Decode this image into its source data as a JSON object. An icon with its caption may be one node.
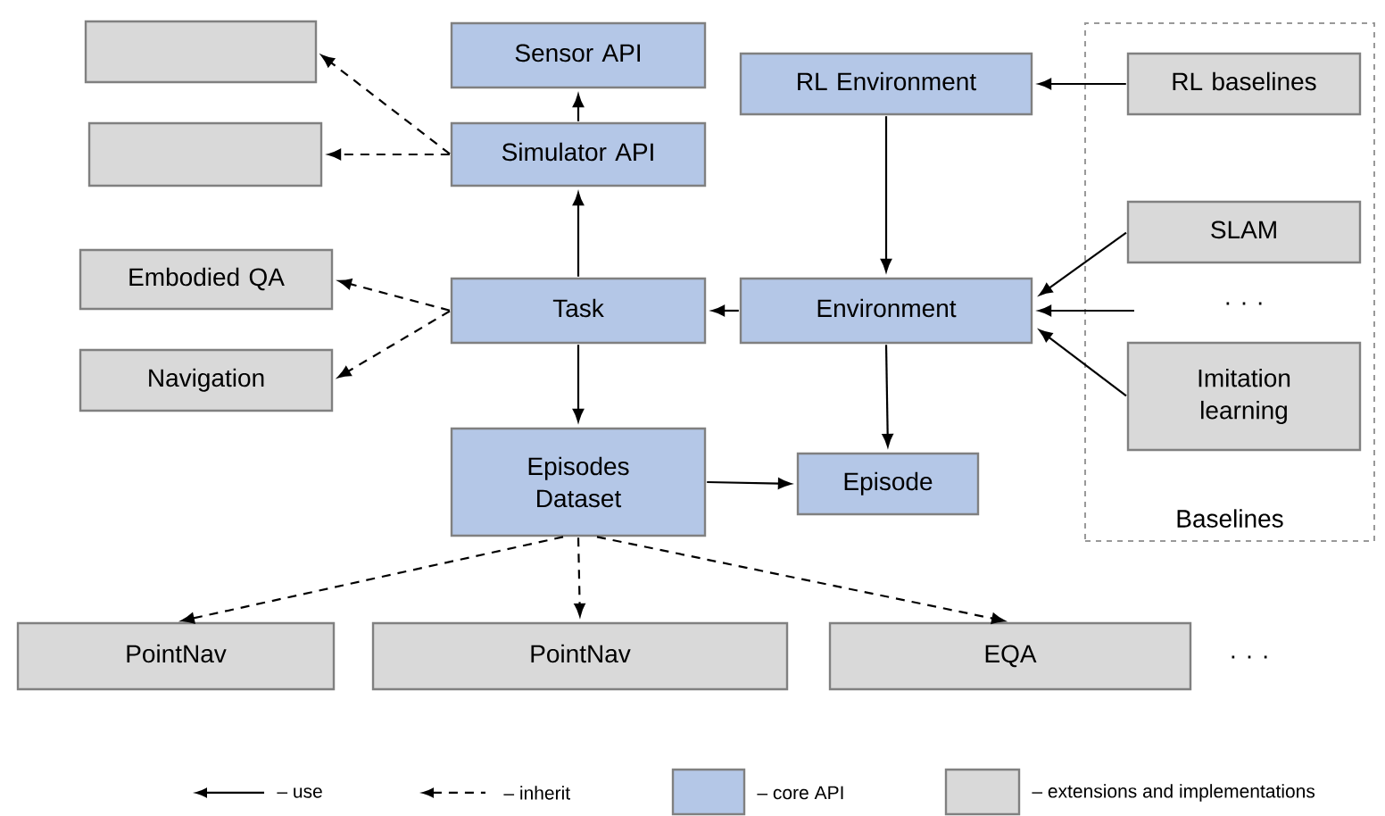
{
  "diagram": {
    "nodes": [
      {
        "text": [],
        "shape": "box"
      },
      {
        "text": [
          "Sensor API"
        ]
      },
      {
        "text": [],
        "shape": "box"
      },
      {
        "text": [
          "Simulator API"
        ]
      },
      {
        "text": [
          "RL Environment"
        ]
      },
      {
        "text": [
          "Baselines"
        ]
      },
      {
        "text": [
          "RL baselines"
        ],
        "in": 5
      },
      {
        "text": [
          "Embodied QA"
        ]
      },
      {
        "text": [
          "Task"
        ]
      },
      {
        "text": [
          "Environment"
        ]
      },
      {
        "text": [
          "SLAM"
        ],
        "in": 5
      },
      {
        "text": [
          "Imitation learning"
        ],
        "in": 5
      },
      {
        "text": [
          "Navigation"
        ]
      },
      {
        "text": [
          "Episodes Dataset"
        ]
      },
      {
        "text": [
          "Episode"
        ]
      },
      {
        "text": [
          "PointNav"
        ]
      },
      {
        "text": [
          "PointNav"
        ]
      },
      {
        "text": [
          "EQA"
        ]
      }
    ],
    "edges": [
      {
        "from": 3,
        "to": 0,
        "arrow": "to",
        "style": "dashed"
      },
      {
        "from": 3,
        "to": 2,
        "arrow": "to",
        "style": "dashed"
      },
      {
        "from": 3,
        "to": 1,
        "arrow": "to"
      },
      {
        "from": 8,
        "to": 3,
        "arrow": "to"
      },
      {
        "from": 8,
        "to": 7,
        "arrow": "to",
        "style": "dashed"
      },
      {
        "from": 8,
        "to": 12,
        "arrow": "to",
        "style": "dashed"
      },
      {
        "from": 8,
        "to": 13,
        "arrow": "to"
      },
      {
        "from": 9,
        "to": 8,
        "arrow": "to"
      },
      {
        "from": 4,
        "to": 9,
        "arrow": "to"
      },
      {
        "from": 6,
        "to": 4,
        "arrow": "to"
      },
      {
        "from": 10,
        "to": 9,
        "arrow": "to"
      },
      {
        "from": null,
        "to": 9,
        "arrow": "to"
      },
      {
        "from": 11,
        "to": 9,
        "arrow": "to"
      },
      {
        "from": 9,
        "to": 14,
        "arrow": "to"
      },
      {
        "from": 13,
        "to": 14,
        "arrow": "to"
      },
      {
        "from": 13,
        "to": 15,
        "arrow": "to",
        "style": "dashed"
      },
      {
        "from": 13,
        "to": 16,
        "arrow": "to",
        "style": "dashed"
      },
      {
        "from": 13,
        "to": 17,
        "arrow": "to",
        "style": "dashed"
      }
    ],
    "labels": [
      ". . .",
      ". . ."
    ],
    "legend": [
      {
        "text": "– use"
      },
      {
        "text": "– inherit"
      },
      {
        "text": "– core API",
        "color": "#b4c7e7"
      },
      {
        "text": "– extensions and implementations",
        "color": "#d9d9d9"
      }
    ]
  }
}
